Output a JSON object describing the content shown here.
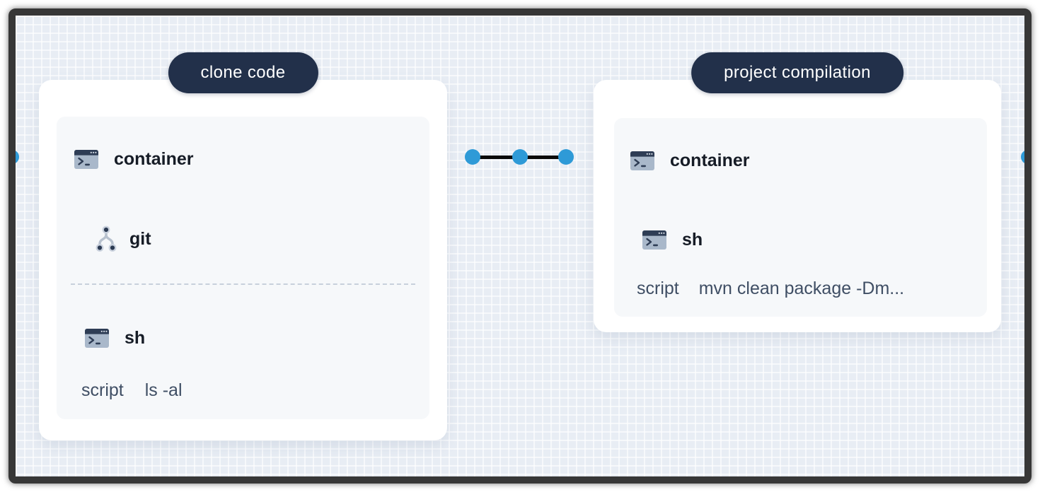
{
  "canvas": {
    "type": "pipeline-editor-canvas",
    "grid_bg": "#e8edf4",
    "grid_line": "#f6f9fc",
    "frame_border": "#373737"
  },
  "stages": {
    "clone": {
      "title": "clone code",
      "container": {
        "label": "container",
        "icon": "terminal-window-icon"
      },
      "git": {
        "label": "git",
        "icon": "git-branch-icon"
      },
      "sh": {
        "label": "sh",
        "icon": "terminal-window-icon"
      },
      "script": {
        "key": "script",
        "value": "ls -al"
      }
    },
    "compile": {
      "title": "project compilation",
      "container": {
        "label": "container",
        "icon": "terminal-window-icon"
      },
      "sh": {
        "label": "sh",
        "icon": "terminal-window-icon"
      },
      "script": {
        "key": "script",
        "value": "mvn clean package -Dm..."
      }
    }
  },
  "connector": {
    "dot_color": "#2e9ad7",
    "line_color": "#0a0a0a",
    "dot_count": 3
  },
  "colors": {
    "stage_pill_bg": "#22304a",
    "stage_pill_text": "#ffffff",
    "card_bg": "#ffffff",
    "panel_bg": "#f6f8fa",
    "label_text": "#161c26",
    "script_text": "#3f4e64",
    "icon_navy": "#2e3d55",
    "icon_slate": "#a9b8ca",
    "divider": "#c7d0dc"
  }
}
